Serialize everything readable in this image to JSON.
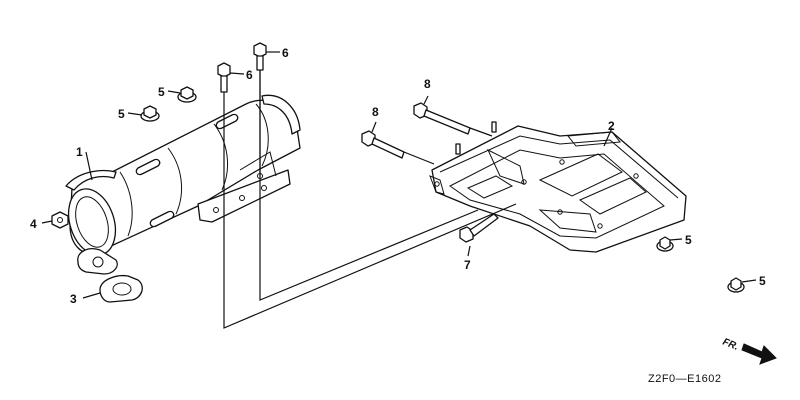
{
  "callouts": [
    {
      "id": "c1",
      "text": "1"
    },
    {
      "id": "c2",
      "text": "2"
    },
    {
      "id": "c3",
      "text": "3"
    },
    {
      "id": "c4",
      "text": "4"
    },
    {
      "id": "c5a",
      "text": "5"
    },
    {
      "id": "c5b",
      "text": "5"
    },
    {
      "id": "c5c",
      "text": "5"
    },
    {
      "id": "c5d",
      "text": "5"
    },
    {
      "id": "c6a",
      "text": "6"
    },
    {
      "id": "c6b",
      "text": "6"
    },
    {
      "id": "c7",
      "text": "7"
    },
    {
      "id": "c8a",
      "text": "8"
    },
    {
      "id": "c8b",
      "text": "8"
    }
  ],
  "direction_label": "FR.",
  "diagram_code": "Z2F0—E1602"
}
